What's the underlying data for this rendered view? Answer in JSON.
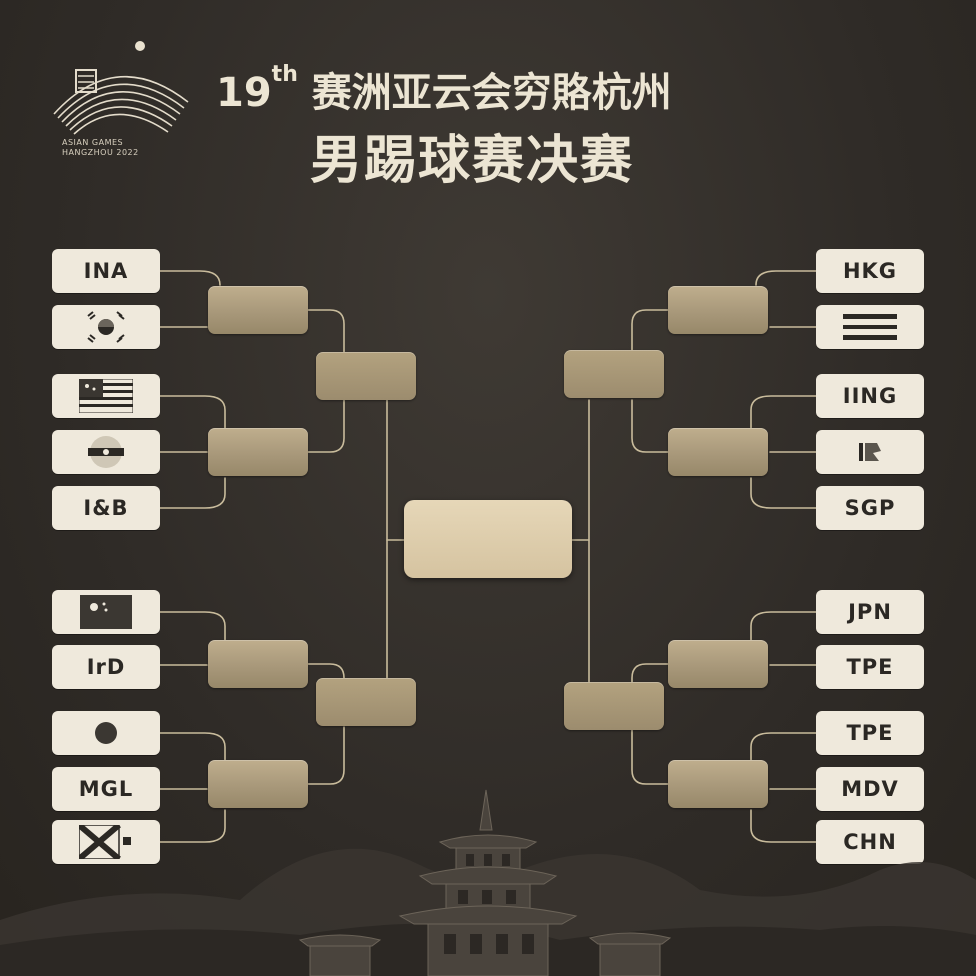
{
  "header": {
    "edition": "19",
    "edition_suffix": "th",
    "title_line1": "赛洲亚云会穷賂杭州",
    "title_line2": "男踢球赛决赛",
    "logo_text_line1": "ASIAN GAMES",
    "logo_text_line2": "HANGZHOU 2022"
  },
  "bracket": {
    "left": [
      {
        "code": "INA",
        "flag": ""
      },
      {
        "code": "",
        "flag": "korea-flag"
      },
      {
        "code": "",
        "flag": "striped-flag"
      },
      {
        "code": "",
        "flag": "circle-band-flag"
      },
      {
        "code": "I&B",
        "flag": ""
      },
      {
        "code": "",
        "flag": "dark-star-flag"
      },
      {
        "code": "IrD",
        "flag": ""
      },
      {
        "code": "",
        "flag": "japan-flag"
      },
      {
        "code": "MGL",
        "flag": ""
      },
      {
        "code": "",
        "flag": "diagonal-flag"
      }
    ],
    "right": [
      {
        "code": "HKG",
        "flag": ""
      },
      {
        "code": "",
        "flag": "bars-flag"
      },
      {
        "code": "IING",
        "flag": ""
      },
      {
        "code": "",
        "flag": "small-emblem-flag"
      },
      {
        "code": "SGP",
        "flag": ""
      },
      {
        "code": "JPN",
        "flag": ""
      },
      {
        "code": "TPE",
        "flag": ""
      },
      {
        "code": "TPE",
        "flag": ""
      },
      {
        "code": "MDV",
        "flag": ""
      },
      {
        "code": "CHN",
        "flag": ""
      }
    ]
  },
  "colors": {
    "background": "#2f2b27",
    "slot": "#efe9dc",
    "node": "#a8987a",
    "final": "#ddcca9",
    "line": "#c9bc9c",
    "title": "#ece5d3"
  }
}
